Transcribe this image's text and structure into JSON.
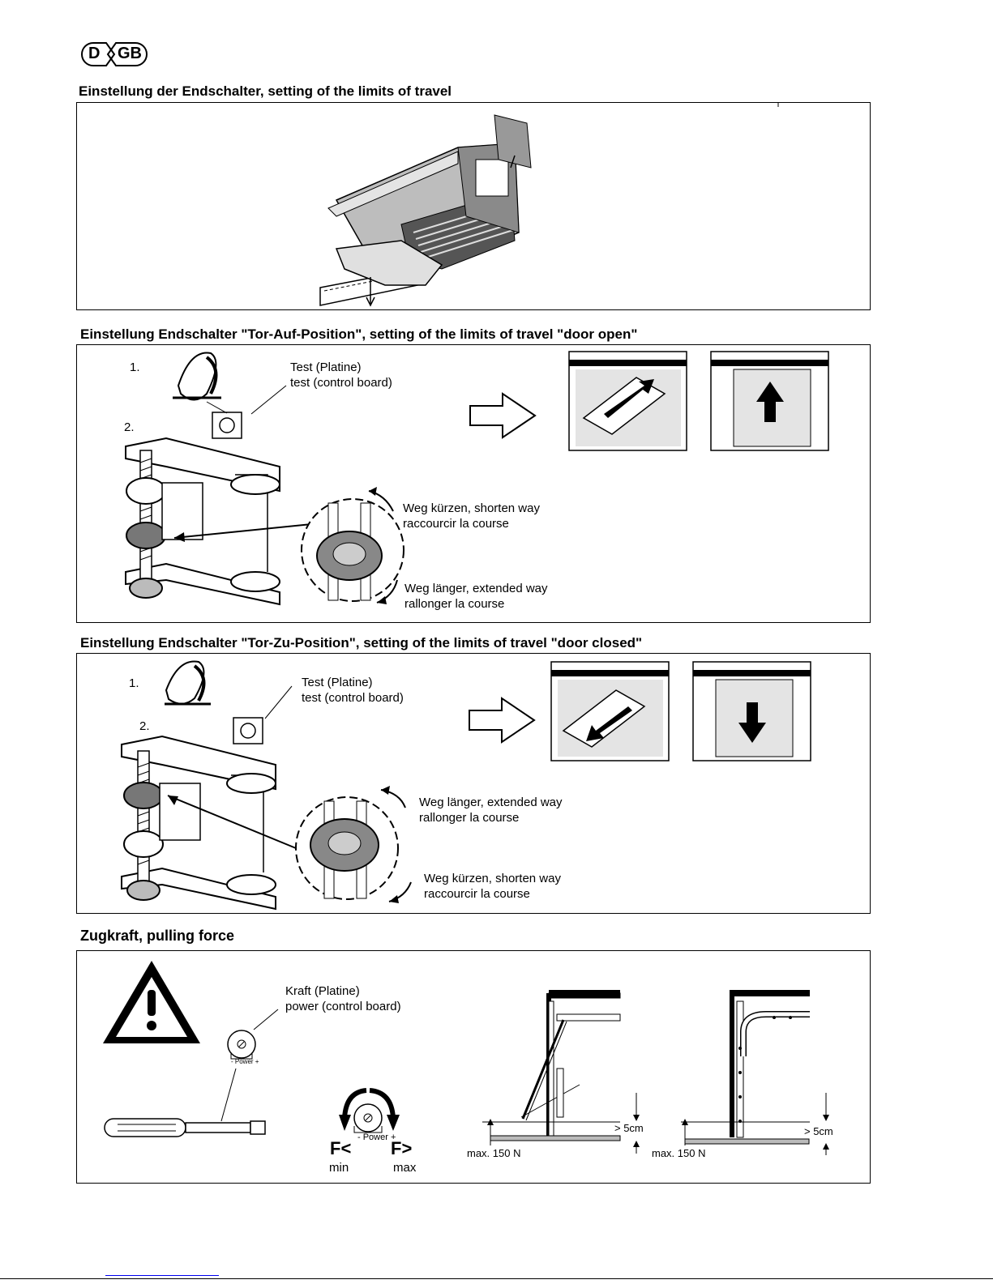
{
  "lang_badges": [
    "D",
    "GB"
  ],
  "section1": {
    "title": "Einstellung der Endschalter, setting of the limits of travel"
  },
  "section2": {
    "title": "Einstellung Endschalter \"Tor-Auf-Position\", setting of the limits of travel \"door open\"",
    "step1": "1.",
    "step2": "2.",
    "test_de": "Test (Platine)",
    "test_en": "test (control board)",
    "upper_de": "Weg kürzen, shorten way",
    "upper_fr": "raccourcir la course",
    "lower_de": "Weg länger, extended way",
    "lower_fr": "rallonger la course"
  },
  "section3": {
    "title": "Einstellung Endschalter \"Tor-Zu-Position\", setting of the limits of travel \"door closed\"",
    "step1": "1.",
    "step2": "2.",
    "test_de": "Test (Platine)",
    "test_en": "test (control board)",
    "upper_de": "Weg länger, extended way",
    "upper_fr": "rallonger la course",
    "lower_de": "Weg kürzen, shorten way",
    "lower_fr": "raccourcir la course"
  },
  "section4": {
    "title": "Zugkraft, pulling force",
    "kraft_de": "Kraft (Platine)",
    "kraft_en": "power (control board)",
    "power_small": "- Power +",
    "power_knob": "- Power +",
    "f_less": "F<",
    "f_more": "F>",
    "min": "min",
    "max": "max",
    "gap1": "> 5cm",
    "gap2": "> 5cm",
    "force1": "max. 150 N",
    "force2": "max. 150 N"
  },
  "colors": {
    "ink": "#000000",
    "grey": "#9a9a9a",
    "light": "#d9d9d9",
    "link": "#0000ee"
  }
}
